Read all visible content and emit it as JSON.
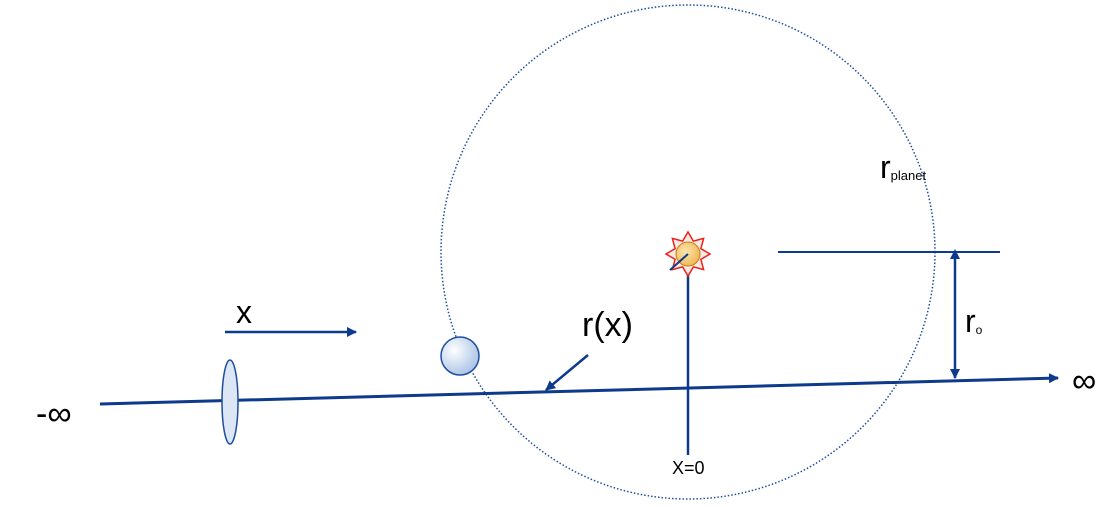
{
  "labels": {
    "minus_infinity": "-∞",
    "plus_infinity": "∞",
    "x": "x",
    "r_of_x": "r(x)",
    "r_planet_main": "r",
    "r_planet_sub": "planet",
    "r_o_main": "r",
    "r_o_sub": "o",
    "x_zero": "X=0"
  },
  "colors": {
    "line": "#0d3a8c",
    "orbit": "#1f4e9c",
    "sun_ray": "#e8231b",
    "sun_fill": "#f3c267",
    "planet_fill": "#c9daf0",
    "lens_fill": "#dce6f4"
  }
}
